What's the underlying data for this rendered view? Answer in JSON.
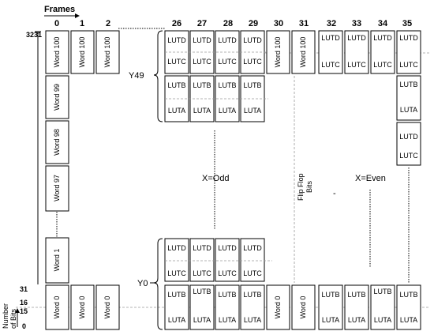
{
  "title": "Frames",
  "frame_headers": [
    "0",
    "1",
    "2",
    "26",
    "27",
    "28",
    "29",
    "30",
    "31",
    "32",
    "33",
    "34",
    "35"
  ],
  "left_top_value": "3231",
  "y_ticks": [
    "31",
    "16",
    "15",
    "0"
  ],
  "y_axis_label_line1": "Number",
  "y_axis_label_line2": "of Bits",
  "words": {
    "w100": "Word 100",
    "w99": "Word 99",
    "w98": "Word 98",
    "w97": "Word 97",
    "w1": "Word 1",
    "w0": "Word 0"
  },
  "luts": {
    "d": "LUTD",
    "c": "LUTC",
    "b": "LUTB",
    "a": "LUTA"
  },
  "labels": {
    "y49": "Y49",
    "y0": "Y0",
    "x_odd": "X=Odd",
    "x_even": "X=Even",
    "flip_flop_line1": "Flip Flop",
    "flip_flop_line2": "Bits",
    "dash": "-"
  },
  "colors": {
    "stroke": "#000000",
    "grid": "#9a9a9a"
  }
}
